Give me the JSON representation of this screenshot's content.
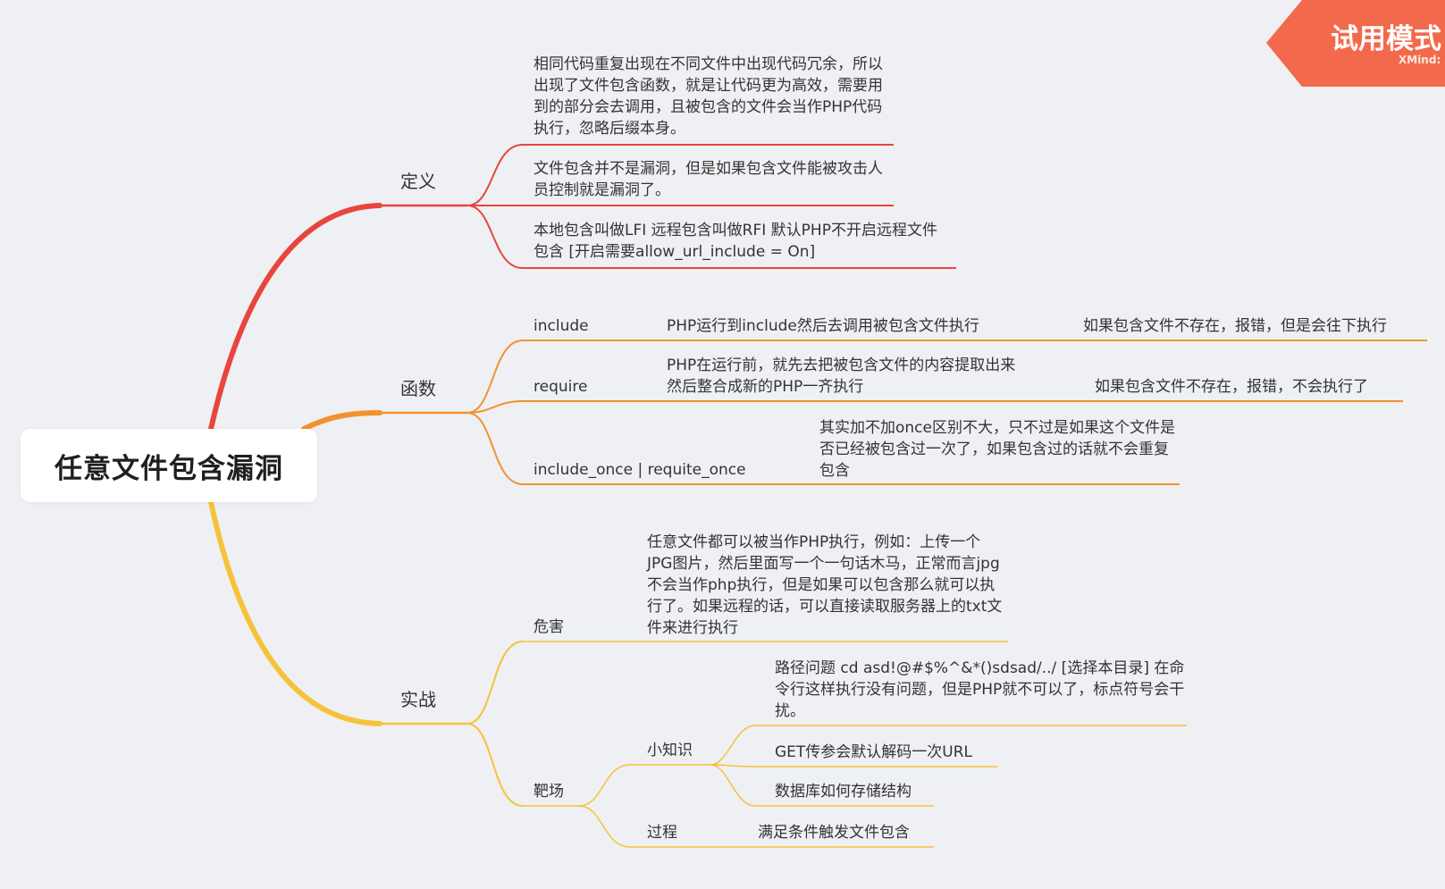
{
  "root": {
    "title": "任意文件包含漏洞"
  },
  "badge": {
    "label": "试用模式",
    "sub": "XMind: ZEN"
  },
  "colors": {
    "definition": "#e8453c",
    "functions": "#f2922f",
    "practice": "#f6c23b",
    "badge": "#f26a4b",
    "background": "#eef0f3"
  },
  "branches": {
    "definition": {
      "label": "定义",
      "notes": [
        "相同代码重复出现在不同文件中出现代码冗余，所以出现了文件包含函数，就是让代码更为高效，需要用到的部分会去调用，且被包含的文件会当作PHP代码执行，忽略后缀本身。",
        "文件包含并不是漏洞，但是如果包含文件能被攻击人员控制就是漏洞了。",
        "本地包含叫做LFI 远程包含叫做RFI 默认PHP不开启远程文件包含    [开启需要allow_url_include = On]"
      ]
    },
    "functions": {
      "label": "函数",
      "items": [
        {
          "name": "include",
          "desc": "PHP运行到include然后去调用被包含文件执行",
          "extra": "如果包含文件不存在，报错，但是会往下执行"
        },
        {
          "name": "require",
          "desc": "PHP在运行前，就先去把被包含文件的内容提取出来然后整合成新的PHP一齐执行",
          "extra": "如果包含文件不存在，报错，不会执行了"
        },
        {
          "name": "include_once | requite_once",
          "desc": "其实加不加once区别不大，只不过是如果这个文件是否已经被包含过一次了，如果包含过的话就不会重复包含"
        }
      ]
    },
    "practice": {
      "label": "实战",
      "harm": {
        "label": "危害",
        "desc": "任意文件都可以被当作PHP执行，例如：上传一个JPG图片，然后里面写一个一句话木马，正常而言jpg不会当作php执行，但是如果可以包含那么就可以执行了。如果远程的话，可以直接读取服务器上的txt文件来进行执行"
      },
      "range": {
        "label": "靶场",
        "tips": {
          "label": "小知识",
          "items": [
            "路径问题    cd   asd!@#$%^&*()sdsad/../ [选择本目录] 在命令行这样执行没有问题，但是PHP就不可以了，标点符号会干扰。",
            "GET传参会默认解码一次URL",
            "数据库如何存储结构"
          ]
        },
        "process": {
          "label": "过程",
          "desc": "满足条件触发文件包含"
        }
      }
    }
  }
}
